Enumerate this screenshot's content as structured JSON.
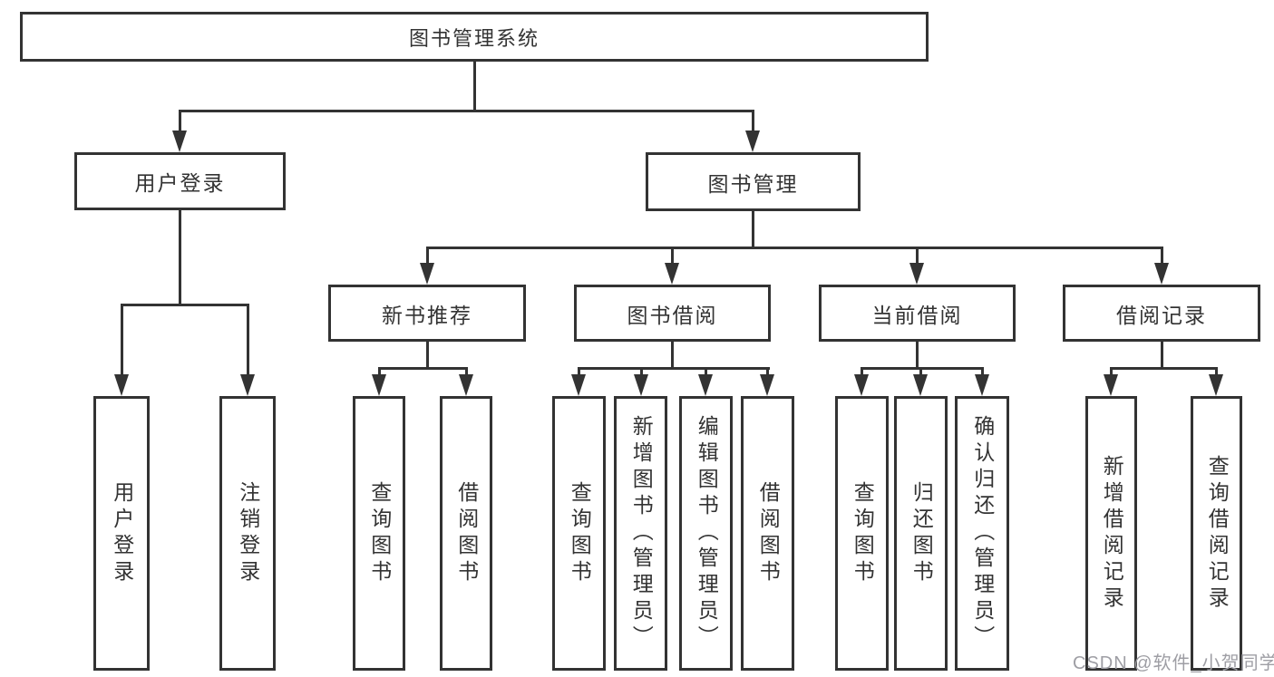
{
  "colors": {
    "line": "#333333",
    "box_border": "#333333",
    "box_fill": "#ffffff",
    "text": "#333333",
    "watermark": "#9e9ea4",
    "background": "#ffffff"
  },
  "watermark": {
    "text": "CSDN @软件_小贺同学"
  },
  "tree": {
    "root": {
      "label": "图书管理系统",
      "children": [
        {
          "label": "用户登录",
          "children": [
            {
              "label": "用户登录"
            },
            {
              "label": "注销登录"
            }
          ]
        },
        {
          "label": "图书管理",
          "children": [
            {
              "label": "新书推荐",
              "children": [
                {
                  "label": "查询图书"
                },
                {
                  "label": "借阅图书"
                }
              ]
            },
            {
              "label": "图书借阅",
              "children": [
                {
                  "label": "查询图书"
                },
                {
                  "label": "新增图书（管理员）"
                },
                {
                  "label": "编辑图书（管理员）"
                },
                {
                  "label": "借阅图书"
                }
              ]
            },
            {
              "label": "当前借阅",
              "children": [
                {
                  "label": "查询图书"
                },
                {
                  "label": "归还图书"
                },
                {
                  "label": "确认归还（管理员）"
                }
              ]
            },
            {
              "label": "借阅记录",
              "children": [
                {
                  "label": "新增借阅记录"
                },
                {
                  "label": "查询借阅记录"
                }
              ]
            }
          ]
        }
      ]
    }
  }
}
